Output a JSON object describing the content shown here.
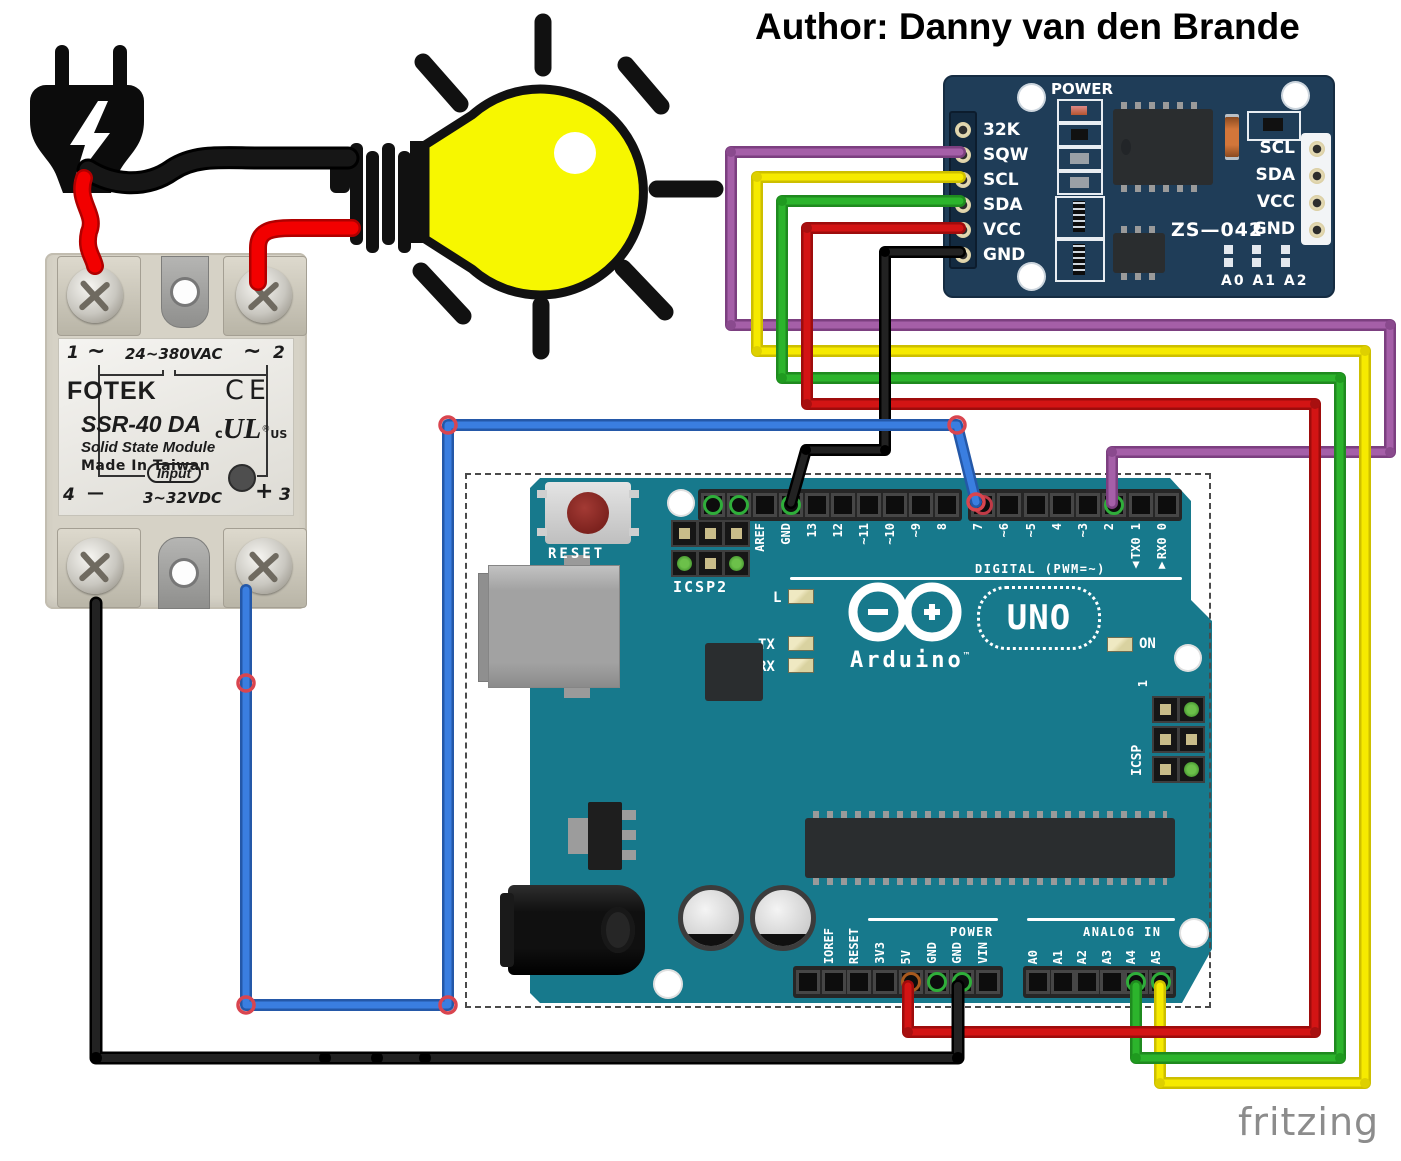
{
  "author": "Author: Danny van den Brande",
  "watermark": "fritzing",
  "colors": {
    "board_teal": "#17798C",
    "rtc_navy": "#1F3D58",
    "ssr_beige": "#D6D2C6",
    "fotek_red": "#E03030",
    "bulb_yellow": "#F7F700",
    "wire_red": "#D31414",
    "wire_green": "#2CB42C",
    "wire_yellow": "#F6EA00",
    "wire_purple": "#A55FA8",
    "wire_blue": "#3277DD",
    "wire_black": "#1C1C1C"
  },
  "rtc": {
    "power_label": "POWER",
    "model": "ZS—042",
    "address_pads": "A0 A1 A2",
    "left_pins": [
      {
        "label": "32K"
      },
      {
        "label": "SQW"
      },
      {
        "label": "SCL"
      },
      {
        "label": "SDA"
      },
      {
        "label": "VCC"
      },
      {
        "label": "GND"
      }
    ],
    "right_pins": [
      {
        "label": "SCL"
      },
      {
        "label": "SDA"
      },
      {
        "label": "VCC"
      },
      {
        "label": "GND"
      }
    ]
  },
  "ssr": {
    "brand": "FOTEK",
    "model": "SSR-40 DA",
    "type": "Solid State Module",
    "origin": "Made In Taiwan",
    "ac_rating": "24~380VAC",
    "dc_rating": "3~32VDC",
    "input_label": "Input",
    "terminal_1": "1",
    "terminal_2": "2",
    "terminal_3": "3",
    "terminal_4": "4",
    "tilde": "~",
    "minus": "—",
    "plus": "+",
    "ce_mark": "CE",
    "ul_c": "c",
    "ul_mark": "UL",
    "ul_reg": "®",
    "ul_us": "US"
  },
  "arduino": {
    "reset_label": "RESET",
    "icsp2_label": "ICSP2",
    "icsp_label": "ICSP",
    "icsp_pin1": "1",
    "digital_caption": "DIGITAL (PWM=~)",
    "power_caption": "POWER",
    "analog_caption": "ANALOG IN",
    "brand": "Arduino",
    "brand_tm": "™",
    "model": "UNO",
    "on_label": "ON",
    "led_l": "L",
    "led_tx": "TX",
    "led_rx": "RX",
    "digital_pins_left": [
      {
        "label": "",
        "ring": "green"
      },
      {
        "label": "",
        "ring": "green"
      },
      {
        "label": "AREF"
      },
      {
        "label": "GND",
        "ring": "green"
      },
      {
        "label": "13"
      },
      {
        "label": "12"
      },
      {
        "label": "~11"
      },
      {
        "label": "~10"
      },
      {
        "label": "~9"
      },
      {
        "label": "8"
      }
    ],
    "digital_pins_right": [
      {
        "label": "7",
        "ring": "red"
      },
      {
        "label": "~6"
      },
      {
        "label": "~5"
      },
      {
        "label": "4"
      },
      {
        "label": "~3"
      },
      {
        "label": "2",
        "ring": "green"
      },
      {
        "label": "▲TX0 1"
      },
      {
        "label": "▼RX0 0"
      }
    ],
    "power_pins": [
      {
        "label": ""
      },
      {
        "label": "IOREF"
      },
      {
        "label": "RESET"
      },
      {
        "label": "3V3"
      },
      {
        "label": "5V",
        "ring": "orange"
      },
      {
        "label": "GND",
        "ring": "green"
      },
      {
        "label": "GND",
        "ring": "green"
      },
      {
        "label": "VIN"
      }
    ],
    "analog_pins": [
      {
        "label": "A0"
      },
      {
        "label": "A1"
      },
      {
        "label": "A2"
      },
      {
        "label": "A3"
      },
      {
        "label": "A4",
        "ring": "green"
      },
      {
        "label": "A5",
        "ring": "green"
      }
    ],
    "icsp2_pins": [
      "sq",
      "sq",
      "sq",
      "gr",
      "sq",
      "gr"
    ],
    "icsp_pins": [
      "sq",
      "gr",
      "sq",
      "sq",
      "sq",
      "gr"
    ]
  }
}
